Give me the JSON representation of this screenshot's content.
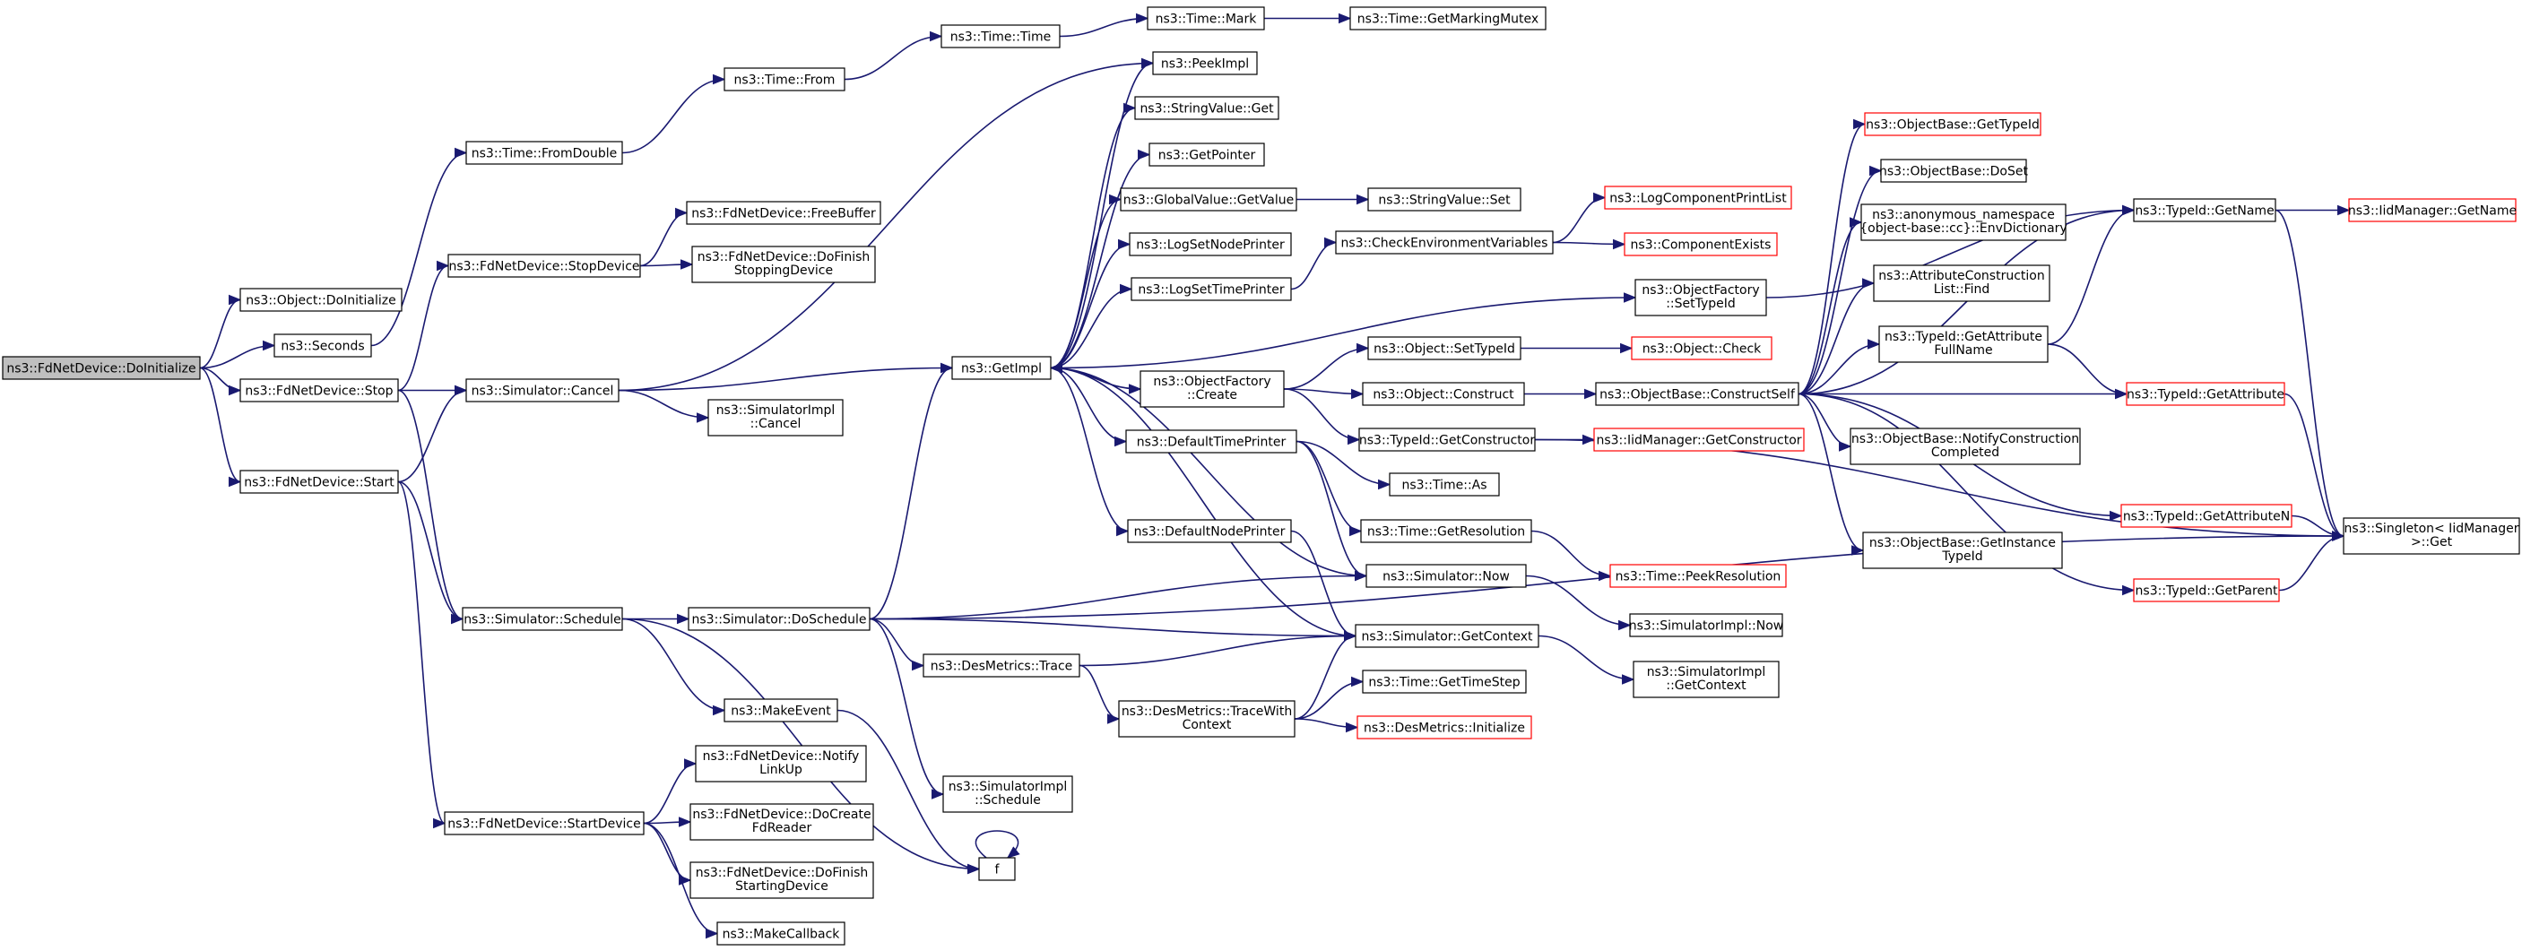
{
  "colors": {
    "edge": "#191970",
    "box": "#000000",
    "truncated": "#ff0000",
    "root_fill": "#bfbfbf",
    "background": "#ffffff"
  },
  "nodes": [
    {
      "id": "root",
      "lines": [
        "ns3::FdNetDevice::DoInitialize"
      ],
      "style": "root"
    },
    {
      "id": "obj_doinit",
      "lines": [
        "ns3::Object::DoInitialize"
      ]
    },
    {
      "id": "seconds",
      "lines": [
        "ns3::Seconds"
      ]
    },
    {
      "id": "stop",
      "lines": [
        "ns3::FdNetDevice::Stop"
      ]
    },
    {
      "id": "start",
      "lines": [
        "ns3::FdNetDevice::Start"
      ]
    },
    {
      "id": "fromdouble",
      "lines": [
        "ns3::Time::FromDouble"
      ]
    },
    {
      "id": "stopdevice",
      "lines": [
        "ns3::FdNetDevice::StopDevice"
      ]
    },
    {
      "id": "cancel",
      "lines": [
        "ns3::Simulator::Cancel"
      ]
    },
    {
      "id": "schedule",
      "lines": [
        "ns3::Simulator::Schedule"
      ]
    },
    {
      "id": "startdevice",
      "lines": [
        "ns3::FdNetDevice::StartDevice"
      ]
    },
    {
      "id": "timefrom",
      "lines": [
        "ns3::Time::From"
      ]
    },
    {
      "id": "freebuffer",
      "lines": [
        "ns3::FdNetDevice::FreeBuffer"
      ]
    },
    {
      "id": "dofinishstopping",
      "lines": [
        "ns3::FdNetDevice::DoFinish",
        "StoppingDevice"
      ]
    },
    {
      "id": "simimplcancel",
      "lines": [
        "ns3::SimulatorImpl",
        "::Cancel"
      ]
    },
    {
      "id": "doschedule",
      "lines": [
        "ns3::Simulator::DoSchedule"
      ]
    },
    {
      "id": "makeevent",
      "lines": [
        "ns3::MakeEvent"
      ]
    },
    {
      "id": "notifylinkup",
      "lines": [
        "ns3::FdNetDevice::Notify",
        "LinkUp"
      ]
    },
    {
      "id": "docreatefd",
      "lines": [
        "ns3::FdNetDevice::DoCreate",
        "FdReader"
      ]
    },
    {
      "id": "dofinishstarting",
      "lines": [
        "ns3::FdNetDevice::DoFinish",
        "StartingDevice"
      ]
    },
    {
      "id": "makecallback",
      "lines": [
        "ns3::MakeCallback"
      ]
    },
    {
      "id": "timetime",
      "lines": [
        "ns3::Time::Time"
      ]
    },
    {
      "id": "timemark",
      "lines": [
        "ns3::Time::Mark"
      ]
    },
    {
      "id": "markingmutex",
      "lines": [
        "ns3::Time::GetMarkingMutex"
      ]
    },
    {
      "id": "getimpl",
      "lines": [
        "ns3::GetImpl"
      ]
    },
    {
      "id": "desmtrace",
      "lines": [
        "ns3::DesMetrics::Trace"
      ]
    },
    {
      "id": "simimplschedule",
      "lines": [
        "ns3::SimulatorImpl",
        "::Schedule"
      ]
    },
    {
      "id": "f",
      "lines": [
        "f"
      ]
    },
    {
      "id": "peekimpl",
      "lines": [
        "ns3::PeekImpl"
      ]
    },
    {
      "id": "stringvalueget",
      "lines": [
        "ns3::StringValue::Get"
      ]
    },
    {
      "id": "getpointer",
      "lines": [
        "ns3::GetPointer"
      ]
    },
    {
      "id": "globalvalue",
      "lines": [
        "ns3::GlobalValue::GetValue"
      ]
    },
    {
      "id": "logsetnode",
      "lines": [
        "ns3::LogSetNodePrinter"
      ]
    },
    {
      "id": "logsettime",
      "lines": [
        "ns3::LogSetTimePrinter"
      ]
    },
    {
      "id": "objfactcreate",
      "lines": [
        "ns3::ObjectFactory",
        "::Create"
      ]
    },
    {
      "id": "deftime",
      "lines": [
        "ns3::DefaultTimePrinter"
      ]
    },
    {
      "id": "defnode",
      "lines": [
        "ns3::DefaultNodePrinter"
      ]
    },
    {
      "id": "tracewithctx",
      "lines": [
        "ns3::DesMetrics::TraceWith",
        "Context"
      ]
    },
    {
      "id": "stringvalueset",
      "lines": [
        "ns3::StringValue::Set"
      ]
    },
    {
      "id": "checkenv",
      "lines": [
        "ns3::CheckEnvironmentVariables"
      ]
    },
    {
      "id": "objsettypeid",
      "lines": [
        "ns3::Object::SetTypeId"
      ]
    },
    {
      "id": "objconstruct",
      "lines": [
        "ns3::Object::Construct"
      ]
    },
    {
      "id": "typeidgetctor",
      "lines": [
        "ns3::TypeId::GetConstructor"
      ]
    },
    {
      "id": "timeas",
      "lines": [
        "ns3::Time::As"
      ]
    },
    {
      "id": "getresolution",
      "lines": [
        "ns3::Time::GetResolution"
      ]
    },
    {
      "id": "simnow",
      "lines": [
        "ns3::Simulator::Now"
      ]
    },
    {
      "id": "simgetctx",
      "lines": [
        "ns3::Simulator::GetContext"
      ]
    },
    {
      "id": "gettimestep",
      "lines": [
        "ns3::Time::GetTimeStep"
      ]
    },
    {
      "id": "desminit",
      "lines": [
        "ns3::DesMetrics::Initialize"
      ],
      "style": "truncated"
    },
    {
      "id": "logcompprint",
      "lines": [
        "ns3::LogComponentPrintList"
      ],
      "style": "truncated"
    },
    {
      "id": "compexists",
      "lines": [
        "ns3::ComponentExists"
      ],
      "style": "truncated"
    },
    {
      "id": "objfactsettypeid",
      "lines": [
        "ns3::ObjectFactory",
        "::SetTypeId"
      ]
    },
    {
      "id": "objcheck",
      "lines": [
        "ns3::Object::Check"
      ],
      "style": "truncated"
    },
    {
      "id": "constructself",
      "lines": [
        "ns3::ObjectBase::ConstructSelf"
      ]
    },
    {
      "id": "iidgetctor",
      "lines": [
        "ns3::IidManager::GetConstructor"
      ],
      "style": "truncated"
    },
    {
      "id": "peekresolution",
      "lines": [
        "ns3::Time::PeekResolution"
      ],
      "style": "truncated"
    },
    {
      "id": "simimplnow",
      "lines": [
        "ns3::SimulatorImpl::Now"
      ]
    },
    {
      "id": "simimplgetctx",
      "lines": [
        "ns3::SimulatorImpl",
        "::GetContext"
      ]
    },
    {
      "id": "objbasegettypeid",
      "lines": [
        "ns3::ObjectBase::GetTypeId"
      ],
      "style": "truncated"
    },
    {
      "id": "objbasedoset",
      "lines": [
        "ns3::ObjectBase::DoSet"
      ]
    },
    {
      "id": "envdict",
      "lines": [
        "ns3::anonymous_namespace",
        "{object-base::cc}::EnvDictionary"
      ]
    },
    {
      "id": "attrconstrfind",
      "lines": [
        "ns3::AttributeConstruction",
        "List::Find"
      ]
    },
    {
      "id": "getattrfullname",
      "lines": [
        "ns3::TypeId::GetAttribute",
        "FullName"
      ]
    },
    {
      "id": "notifyconstr",
      "lines": [
        "ns3::ObjectBase::NotifyConstruction",
        "Completed"
      ]
    },
    {
      "id": "getinsttypeid",
      "lines": [
        "ns3::ObjectBase::GetInstance",
        "TypeId"
      ]
    },
    {
      "id": "typeidgetname",
      "lines": [
        "ns3::TypeId::GetName"
      ]
    },
    {
      "id": "typeidgetattr",
      "lines": [
        "ns3::TypeId::GetAttribute"
      ],
      "style": "truncated"
    },
    {
      "id": "typeidgetattrn",
      "lines": [
        "ns3::TypeId::GetAttributeN"
      ],
      "style": "truncated"
    },
    {
      "id": "typeidgetparent",
      "lines": [
        "ns3::TypeId::GetParent"
      ],
      "style": "truncated"
    },
    {
      "id": "iidgetname",
      "lines": [
        "ns3::IidManager::GetName"
      ],
      "style": "truncated"
    },
    {
      "id": "singletonget",
      "lines": [
        "ns3::Singleton< IidManager",
        ">::Get"
      ]
    }
  ],
  "edges": [
    [
      "root",
      "obj_doinit"
    ],
    [
      "root",
      "seconds"
    ],
    [
      "root",
      "stop"
    ],
    [
      "root",
      "start"
    ],
    [
      "seconds",
      "fromdouble"
    ],
    [
      "fromdouble",
      "timefrom"
    ],
    [
      "timefrom",
      "timetime"
    ],
    [
      "timetime",
      "timemark"
    ],
    [
      "timemark",
      "markingmutex"
    ],
    [
      "stop",
      "stopdevice"
    ],
    [
      "stop",
      "cancel"
    ],
    [
      "stop",
      "schedule"
    ],
    [
      "stopdevice",
      "freebuffer"
    ],
    [
      "stopdevice",
      "dofinishstopping"
    ],
    [
      "start",
      "cancel"
    ],
    [
      "start",
      "schedule"
    ],
    [
      "start",
      "startdevice"
    ],
    [
      "cancel",
      "peekimpl"
    ],
    [
      "cancel",
      "getimpl"
    ],
    [
      "cancel",
      "simimplcancel"
    ],
    [
      "schedule",
      "doschedule"
    ],
    [
      "schedule",
      "makeevent"
    ],
    [
      "schedule",
      "f"
    ],
    [
      "startdevice",
      "notifylinkup"
    ],
    [
      "startdevice",
      "docreatefd"
    ],
    [
      "startdevice",
      "dofinishstarting"
    ],
    [
      "startdevice",
      "makecallback"
    ],
    [
      "makeevent",
      "f"
    ],
    [
      "f",
      "f"
    ],
    [
      "doschedule",
      "getimpl"
    ],
    [
      "doschedule",
      "simnow"
    ],
    [
      "doschedule",
      "desmtrace"
    ],
    [
      "doschedule",
      "simimplschedule"
    ],
    [
      "doschedule",
      "simgetctx"
    ],
    [
      "doschedule",
      "singletonget"
    ],
    [
      "getimpl",
      "peekimpl"
    ],
    [
      "getimpl",
      "stringvalueget"
    ],
    [
      "getimpl",
      "getpointer"
    ],
    [
      "getimpl",
      "globalvalue"
    ],
    [
      "getimpl",
      "logsetnode"
    ],
    [
      "getimpl",
      "logsettime"
    ],
    [
      "getimpl",
      "objfactcreate"
    ],
    [
      "getimpl",
      "deftime"
    ],
    [
      "getimpl",
      "defnode"
    ],
    [
      "getimpl",
      "objfactsettypeid"
    ],
    [
      "globalvalue",
      "stringvalueset"
    ],
    [
      "logsettime",
      "checkenv"
    ],
    [
      "checkenv",
      "logcompprint"
    ],
    [
      "checkenv",
      "compexists"
    ],
    [
      "objfactcreate",
      "objsettypeid"
    ],
    [
      "objfactcreate",
      "objconstruct"
    ],
    [
      "objfactcreate",
      "typeidgetctor"
    ],
    [
      "objsettypeid",
      "objcheck"
    ],
    [
      "objconstruct",
      "constructself"
    ],
    [
      "typeidgetctor",
      "iidgetctor"
    ],
    [
      "typeidgetctor",
      "singletonget"
    ],
    [
      "deftime",
      "timeas"
    ],
    [
      "deftime",
      "getresolution"
    ],
    [
      "deftime",
      "simnow"
    ],
    [
      "getresolution",
      "peekresolution"
    ],
    [
      "defnode",
      "simgetctx"
    ],
    [
      "simnow",
      "getimpl"
    ],
    [
      "simnow",
      "simimplnow"
    ],
    [
      "simgetctx",
      "getimpl"
    ],
    [
      "simgetctx",
      "simimplgetctx"
    ],
    [
      "desmtrace",
      "simgetctx"
    ],
    [
      "desmtrace",
      "tracewithctx"
    ],
    [
      "tracewithctx",
      "simgetctx"
    ],
    [
      "tracewithctx",
      "gettimestep"
    ],
    [
      "tracewithctx",
      "desminit"
    ],
    [
      "objfactsettypeid",
      "typeidgetname"
    ],
    [
      "constructself",
      "objbasegettypeid"
    ],
    [
      "constructself",
      "objbasedoset"
    ],
    [
      "constructself",
      "envdict"
    ],
    [
      "constructself",
      "attrconstrfind"
    ],
    [
      "constructself",
      "getattrfullname"
    ],
    [
      "constructself",
      "typeidgetattr"
    ],
    [
      "constructself",
      "notifyconstr"
    ],
    [
      "constructself",
      "getinsttypeid"
    ],
    [
      "constructself",
      "typeidgetattrn"
    ],
    [
      "constructself",
      "typeidgetparent"
    ],
    [
      "constructself",
      "typeidgetname"
    ],
    [
      "getattrfullname",
      "typeidgetname"
    ],
    [
      "getattrfullname",
      "typeidgetattr"
    ],
    [
      "typeidgetname",
      "iidgetname"
    ],
    [
      "typeidgetname",
      "singletonget"
    ],
    [
      "typeidgetattr",
      "singletonget"
    ],
    [
      "typeidgetattrn",
      "singletonget"
    ],
    [
      "typeidgetparent",
      "singletonget"
    ]
  ]
}
